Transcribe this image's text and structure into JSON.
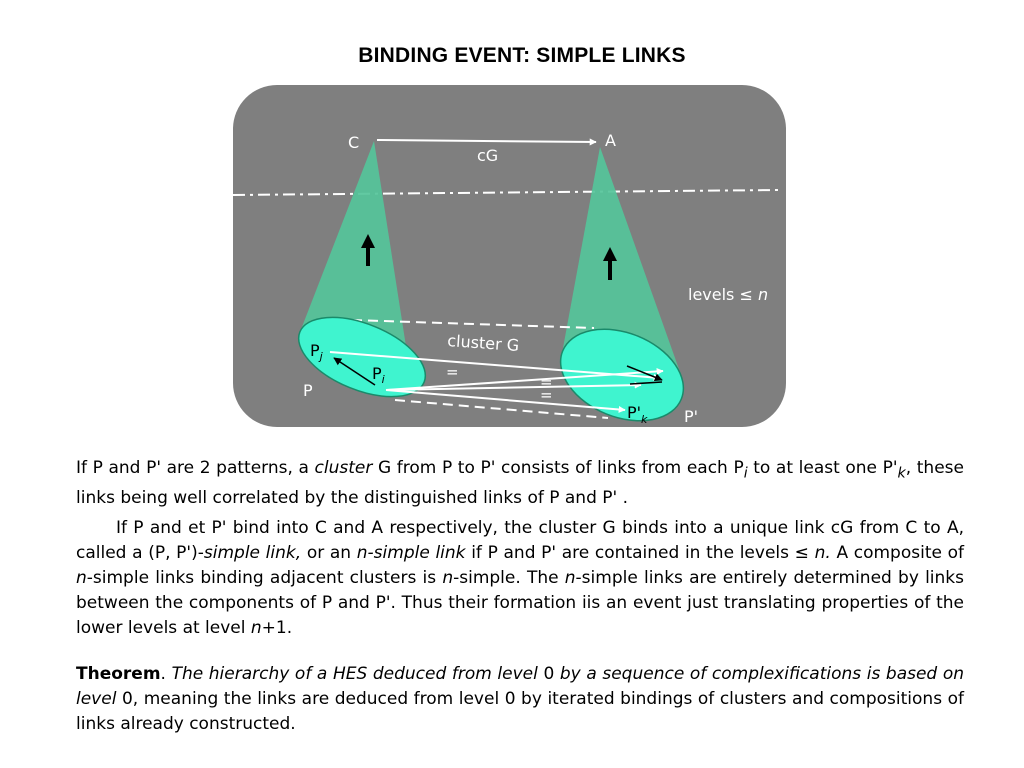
{
  "title": "BINDING EVENT: SIMPLE LINKS",
  "colors": {
    "panel": "#7f7f7f",
    "cone": "#55c49a",
    "ellipse_fill": "#3ff4cf",
    "ellipse_stroke": "#1a8a6a",
    "white": "#ffffff",
    "black": "#000000"
  },
  "diagram": {
    "label_C": "C",
    "label_A": "A",
    "label_cG": "cG",
    "levels_prefix": "levels ≤ ",
    "levels_n": "n",
    "cluster_label": "cluster G",
    "label_Pj_base": "P",
    "label_Pj_sub": "j",
    "label_Pi_base": "P",
    "label_Pi_sub": "i",
    "label_P": "P",
    "label_Pk_base": "P'",
    "label_Pk_sub": "k",
    "label_Pprime": "P'",
    "eq1": "=",
    "eq2": "=",
    "eq3": "="
  },
  "para1": {
    "t1": "If P and P' are 2 patterns, a ",
    "t2": "cluster",
    "t3": " G from P to P' consists of links from each P",
    "t4": "i",
    "t5": "  to at least one P'",
    "t6": "k",
    "t7": ", these links being well correlated by the distinguished links of P and P' ."
  },
  "para2": {
    "t1": "If P and et P' bind into C and A respectively, the cluster G binds into a unique link cG from  C to A, called a (P, P')-",
    "t2": "simple link,",
    "t3": " or an ",
    "t4": "n-simple link",
    "t5": " if P and P' are contained in the levels ≤ ",
    "t6": "n.",
    "t7": " A composite of ",
    "t8": "n",
    "t9": "-simple links binding adjacent clusters is ",
    "t10": "n",
    "t11": "-simple. The ",
    "t12": "n",
    "t13": "-simple links are entirely determined by links between the components of P and P'. Thus their formation iis an event just translating properties of the lower levels at level ",
    "t14": "n",
    "t15": "+1."
  },
  "para3": {
    "t1": "Theorem",
    "t2": ". ",
    "t3": "The hierarchy of a HES deduced from level ",
    "t4": "0",
    "t5": " by a sequence of complexifications is based on level ",
    "t6": "0",
    "t7": ", meaning the links are deduced from level 0 by iterated bindings of clusters and compositions of links already constructed."
  }
}
